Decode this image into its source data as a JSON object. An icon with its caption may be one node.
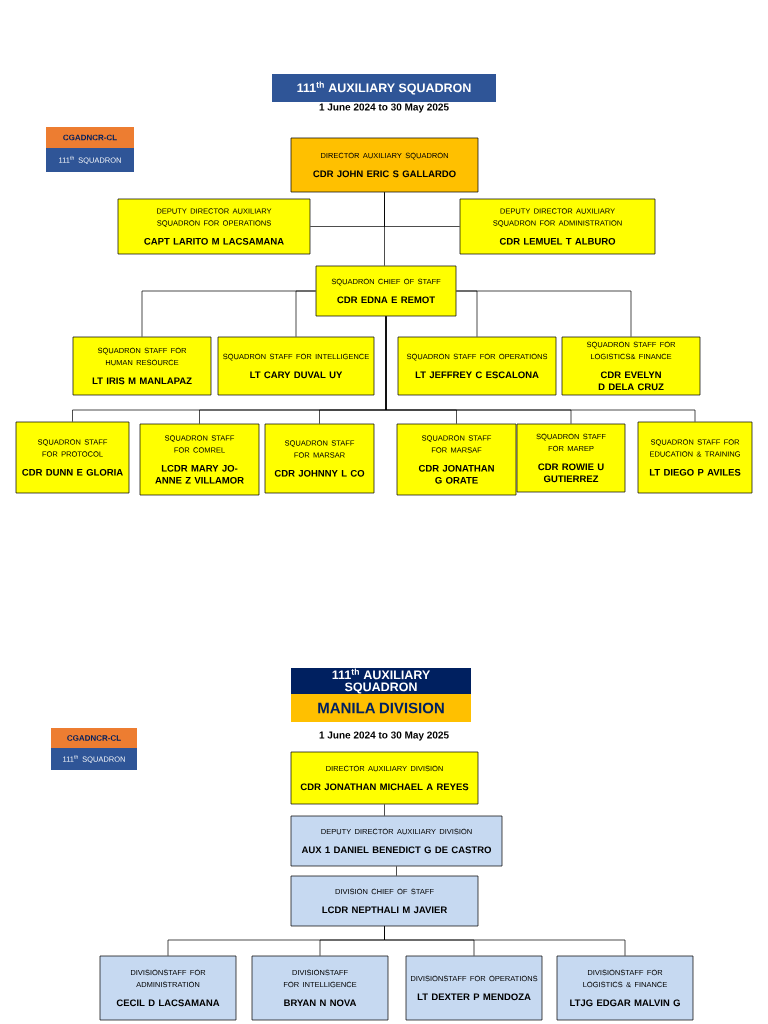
{
  "diagram": {
    "nodes": [
      {
        "text": [
          "CGADNCR-CL"
        ]
      },
      {
        "text": [
          "111$^{th}$ SQUADRON"
        ]
      },
      {
        "text": [
          "111$^{th}$ AUXILIARY SQUADRON"
        ]
      },
      {
        "text": [
          "DIRECTOR AUXILIARY SQUADRON",
          "CDR JOHN ERIC S GALLARDO"
        ]
      },
      {
        "text": [
          "DEPUTY DIRECTOR AUXILIARY SQUADRON FOR OPERATIONS",
          "CAPT LARITO M LACSAMANA"
        ]
      },
      {
        "text": [
          "DEPUTY DIRECTOR AUXILIARY SQUADRON FOR ADMINISTRATION",
          "CDR LEMUEL T ALBURO"
        ]
      },
      {
        "text": [
          "SQUADRON CHIEF OF STAFF",
          "CDR EDNA E REMOT"
        ]
      },
      {
        "text": [
          "SQUADRON STAFF FOR HUMAN RESOURCE",
          "LT IRIS M MANLAPAZ"
        ]
      },
      {
        "text": [
          "SQUADRON STAFF FOR INTELLIGENCE",
          "LT CARY DUVAL UY"
        ]
      },
      {
        "text": [
          "SQUADRON STAFF FOR OPERATIONS",
          "LT JEFFREY C ESCALONA"
        ]
      },
      {
        "text": [
          "SQUADRON STAFF FOR LOGISTICS& FINANCE",
          "CDR EVELYN D DELA CRUZ"
        ]
      },
      {
        "text": [
          "SQUADRON STAFF FOR PROTOCOL",
          "CDR DUNN E GLORIA"
        ]
      },
      {
        "text": [
          "SQUADRON STAFF FOR COMREL",
          "LCDR MARY JO-ANNE Z VILLAMOR"
        ]
      },
      {
        "text": [
          "SQUADRON STAFF FOR MARSAR",
          "CDR JOHNNY L CO"
        ]
      },
      {
        "text": [
          "SQUADRON STAFF FOR MARSAF",
          "CDR JONATHAN G ORATE"
        ]
      },
      {
        "text": [
          "SQUADRON STAFF FOR MAREP",
          "CDR ROWIE U GUTIERREZ"
        ]
      },
      {
        "text": [
          "SQUADRON STAFF FOR EDUCATION & TRAINING",
          "LT DIEGO P AVILES"
        ]
      },
      {
        "text": [
          "CGADNCR-CL"
        ]
      },
      {
        "text": [
          "111$^{th}$ SQUADRON"
        ]
      },
      {
        "text": [
          "111$^{th}$ AUXILIARY SQUADRON"
        ]
      },
      {
        "text": [
          "MANILA DIVISION"
        ]
      },
      {
        "text": [
          "DIRECTOR AUXILIARY DIVISION",
          "CDR JONATHAN MICHAEL A REYES"
        ]
      },
      {
        "text": [
          "DEPUTY DIRECTOR AUXILIARY DIVISION",
          "AUX 1 DANIEL BENEDICT G DE CASTRO"
        ]
      },
      {
        "text": [
          "DIVISION CHIEF OF STAFF",
          "LCDR NEPTHALI M JAVIER"
        ]
      },
      {
        "text": [
          "DIVISIONSTAFF FOR ADMINISTRATION",
          "CECIL D LACSAMANA"
        ]
      },
      {
        "text": [
          "DIVISIONSTAFF FOR INTELLIGENCE",
          "BRYAN N NOVA"
        ]
      },
      {
        "text": [
          "DIVISIONSTAFF FOR OPERATIONS",
          "LT DEXTER P MENDOZA"
        ]
      },
      {
        "text": [
          "DIVISIONSTAFF FOR LOGISTICS & FINANCE",
          "LTJG EDGAR MALVIN G"
        ]
      }
    ],
    "edges": [
      {
        "from": 3,
        "to": 4,
        "arrow": "none"
      },
      {
        "from": 3,
        "to": 5,
        "arrow": "none"
      },
      {
        "from": 3,
        "to": 6,
        "arrow": "none"
      },
      {
        "from": 6,
        "to": 7,
        "arrow": "none"
      },
      {
        "from": 6,
        "to": 8,
        "arrow": "none"
      },
      {
        "from": 6,
        "to": 9,
        "arrow": "none"
      },
      {
        "from": 6,
        "to": 10,
        "arrow": "none"
      },
      {
        "from": 6,
        "to": 11,
        "arrow": "none"
      },
      {
        "from": 6,
        "to": 12,
        "arrow": "none"
      },
      {
        "from": 6,
        "to": 13,
        "arrow": "none"
      },
      {
        "from": 6,
        "to": 14,
        "arrow": "none"
      },
      {
        "from": 6,
        "to": 15,
        "arrow": "none"
      },
      {
        "from": 6,
        "to": 16,
        "arrow": "none"
      },
      {
        "from": 21,
        "to": 22,
        "arrow": "none"
      },
      {
        "from": 22,
        "to": 23,
        "arrow": "none"
      },
      {
        "from": 23,
        "to": 24,
        "arrow": "none"
      },
      {
        "from": 23,
        "to": 25,
        "arrow": "none"
      },
      {
        "from": 23,
        "to": 26,
        "arrow": "none"
      },
      {
        "from": 23,
        "to": 27,
        "arrow": "none"
      }
    ],
    "labels": [
      "1 June 2024 to 30 May 2025",
      "1 June 2024 to 30 May 2025"
    ]
  }
}
